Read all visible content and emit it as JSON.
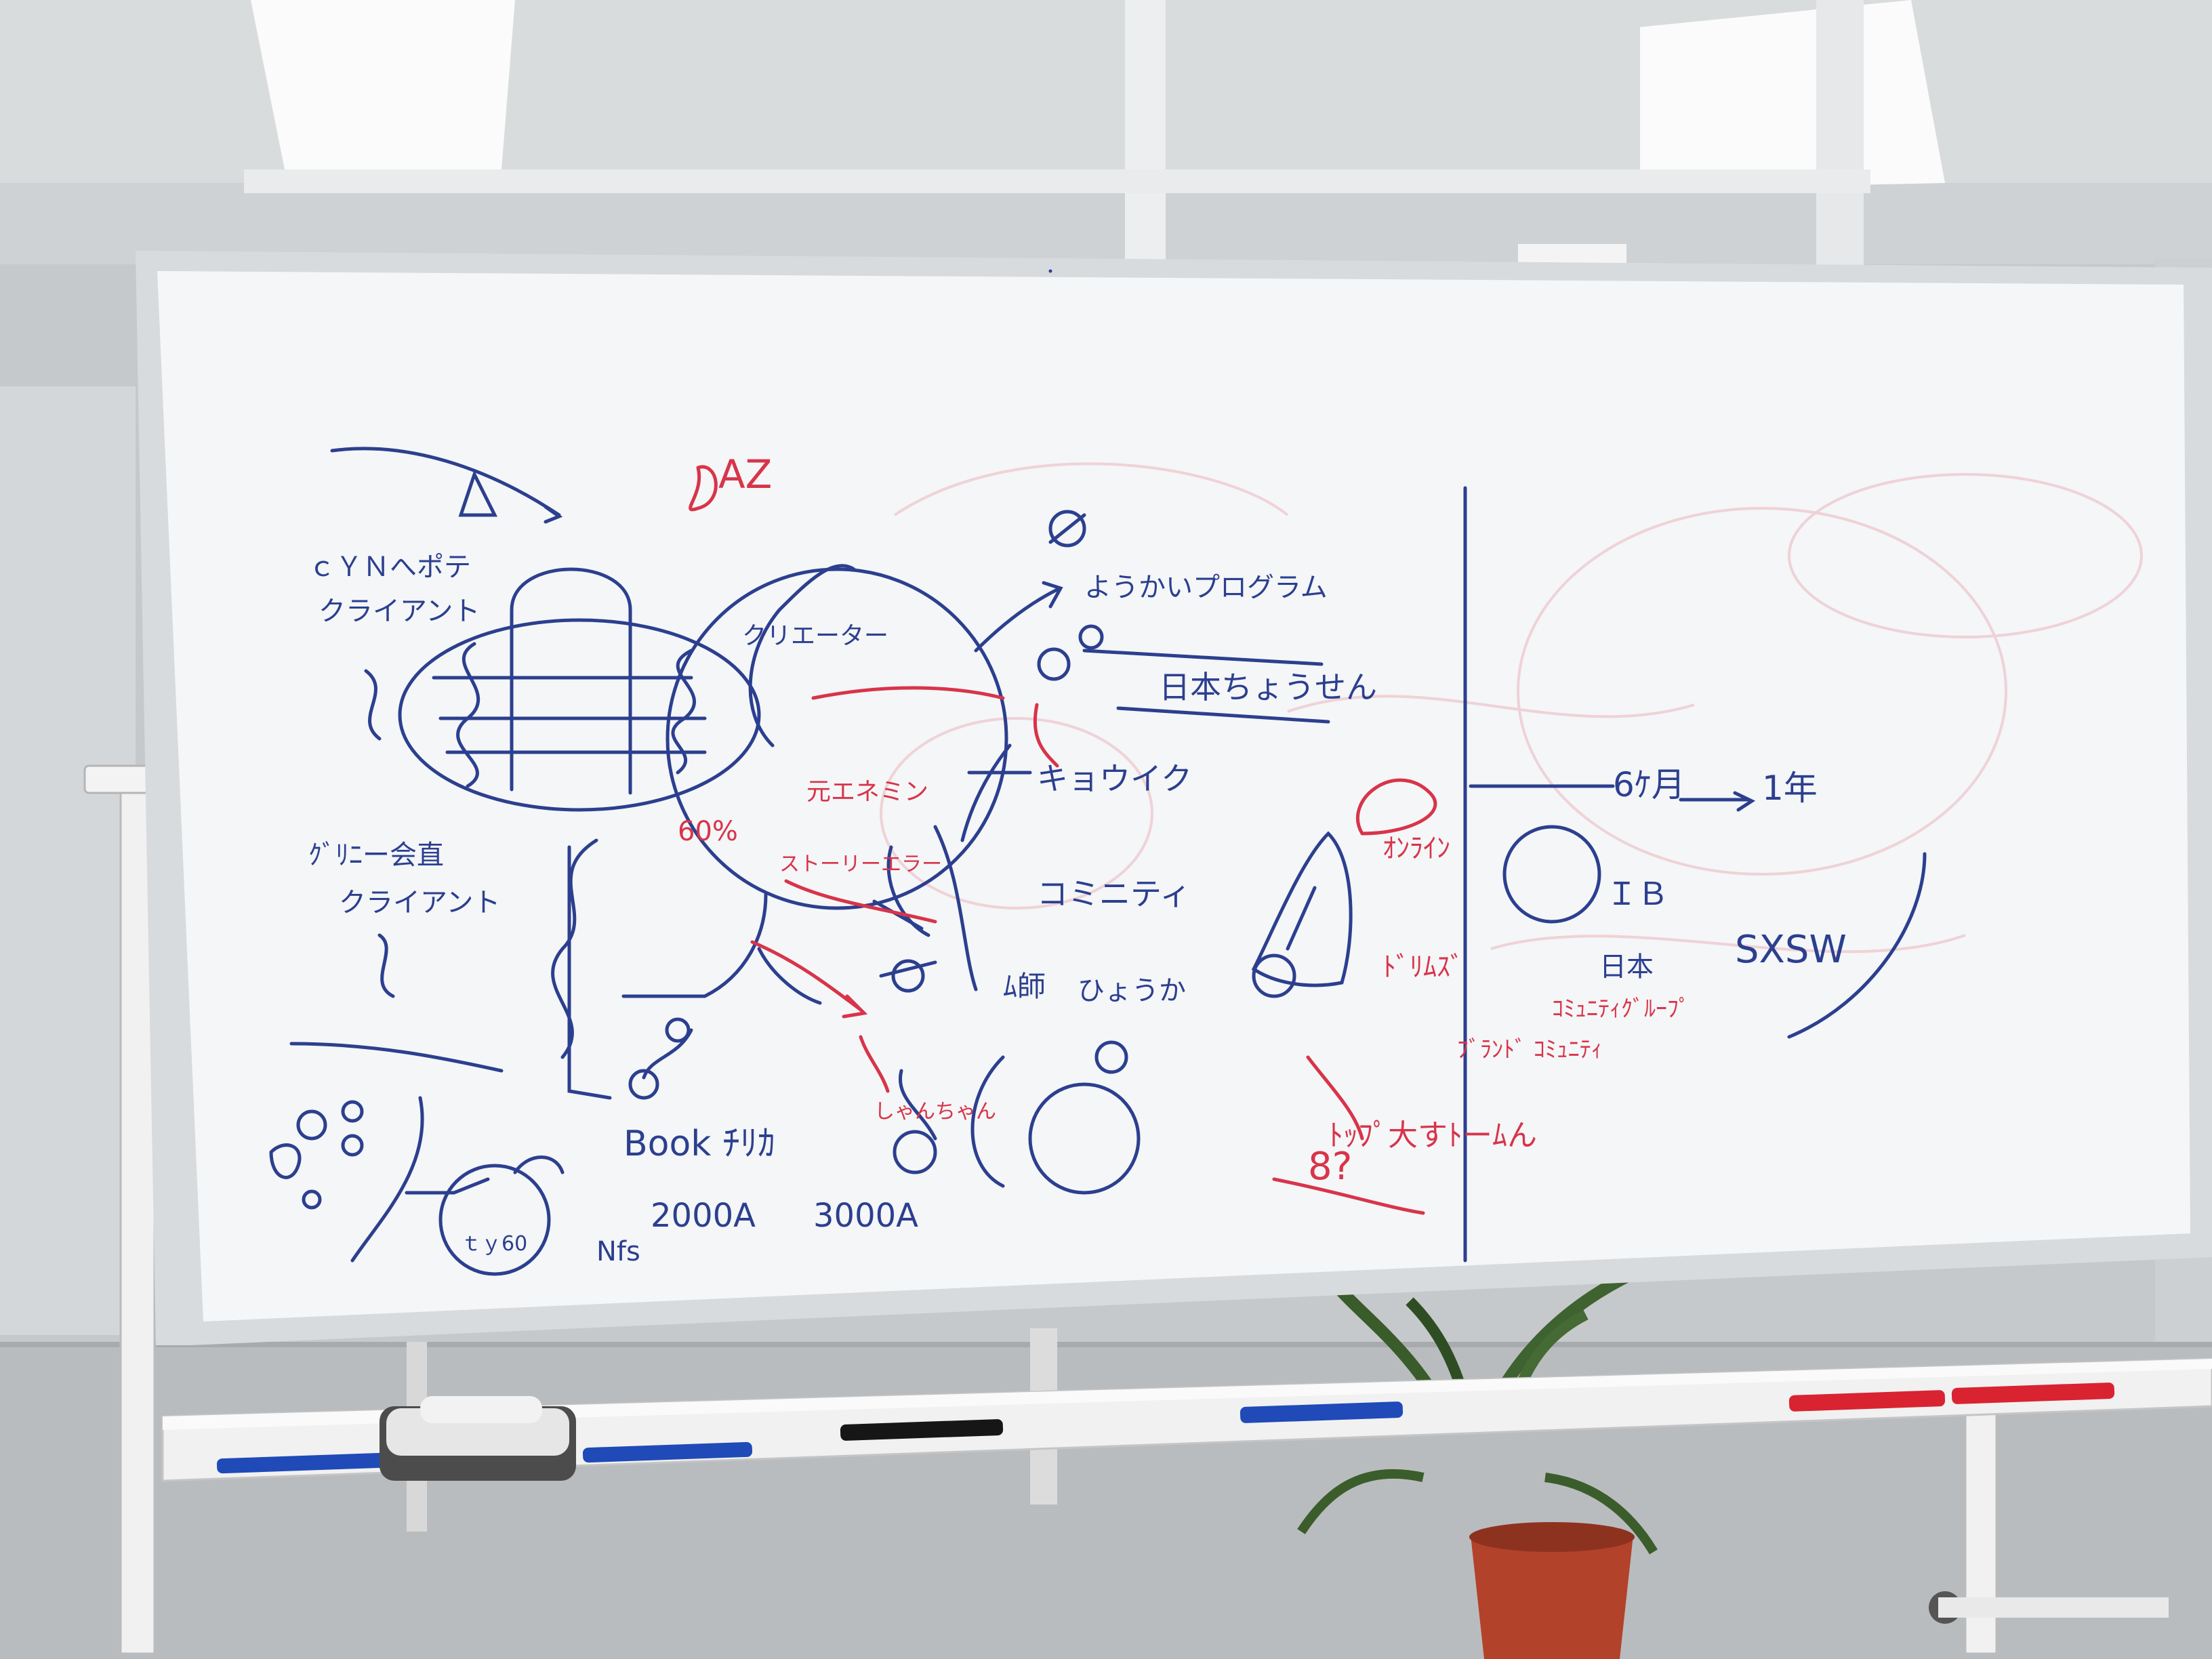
{
  "whiteboard": {
    "colors": {
      "blue": "#2c3f8f",
      "red": "#d8344a",
      "black": "#1a1a1a",
      "board": "#f4f6f7",
      "frame": "#d9dcde"
    },
    "left_section": {
      "top_title": "AZ",
      "cyclists_client": "ｃＹＮへポテ",
      "client_line": "クライアント",
      "creator": "クリエーター",
      "gurinu_line": "ｸﾞﾘﾆー会直",
      "gurinu_client": "クライアント",
      "percent_label": "60%",
      "mid_red_note": "元エネミン",
      "red_arrow_note": "ストーリーエラー",
      "shin_label": "しゃんちゃん",
      "book_label": "Book ﾁﾘｶ",
      "price_1": "2000A",
      "price_2": "3000A",
      "nos_label": "Nfs",
      "circle_text": "ｔｙ60"
    },
    "middle_section": {
      "program_label": "ようかいプログラム",
      "japan_label": "日本ちょうせん",
      "kyouiku": "キョウイク",
      "community": "コミニティ",
      "hyouka": "ひょうか",
      "kyoushi": "ﾑ師"
    },
    "right_section": {
      "six_months": "6ｹ月",
      "one_year": "1年",
      "ib_label": "ＩＢ",
      "japan_small": "日本",
      "sxsw": "SXSW",
      "red_note_1": "ﾄﾞﾘﾑｽﾞ",
      "red_note_2": "ｺﾐｭﾆﾃｨｸﾞﾙｰﾌﾟ",
      "red_note_3": "ﾌﾞﾗﾝﾄﾞ ｺﾐｭﾆﾃｨ",
      "red_note_4": "ﾄｯﾌﾟ大すﾄーﾑん",
      "red_note_5": "ｵﾝﾗｲﾝ",
      "red_question": "8?"
    }
  }
}
